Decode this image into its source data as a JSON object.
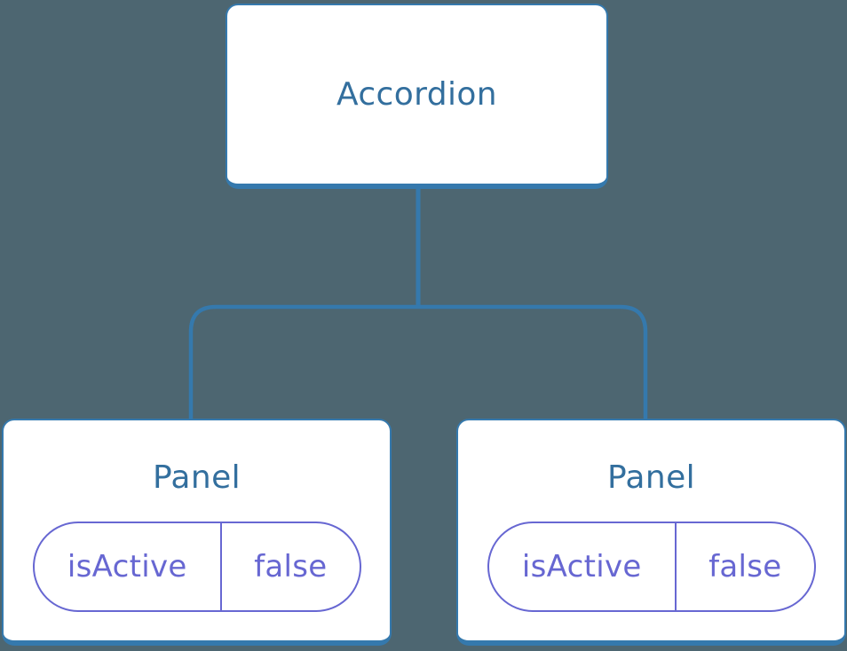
{
  "colors": {
    "background": "#4D6671",
    "card_bg": "#FFFFFF",
    "line": "#3579AD",
    "node_text": "#336F9E",
    "pill": "#6767D2"
  },
  "diagram": {
    "root": {
      "label": "Accordion"
    },
    "panels": [
      {
        "label": "Panel",
        "state": {
          "key": "isActive",
          "value": "false"
        }
      },
      {
        "label": "Panel",
        "state": {
          "key": "isActive",
          "value": "false"
        }
      }
    ]
  }
}
